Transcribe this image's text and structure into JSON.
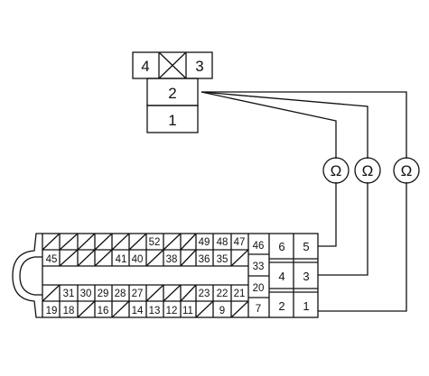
{
  "small_connector": {
    "pins": [
      {
        "label": "4"
      },
      {
        "label": "3"
      },
      {
        "label": "2"
      },
      {
        "label": "1"
      }
    ]
  },
  "ohm_symbol": "Ω",
  "large_connector": {
    "top_row": [
      "",
      "",
      "",
      "",
      "",
      "52",
      "",
      "",
      "49",
      "48",
      "47"
    ],
    "second_row": [
      "45",
      "",
      "",
      "",
      "41",
      "40",
      "",
      "38",
      "",
      "36",
      "35"
    ],
    "third_row": [
      "",
      "31",
      "30",
      "29",
      "28",
      "27",
      "",
      "",
      "",
      "",
      "23",
      "22",
      "21"
    ],
    "bottom_row": [
      "19",
      "18",
      "",
      "16",
      "",
      "14",
      "13",
      "12",
      "11",
      "",
      "9",
      ""
    ],
    "narrow_column": [
      "46",
      "33",
      "20",
      "7"
    ],
    "right_grid": [
      [
        "6",
        "5"
      ],
      [
        "4",
        "3"
      ],
      [
        "2",
        "1"
      ]
    ]
  }
}
